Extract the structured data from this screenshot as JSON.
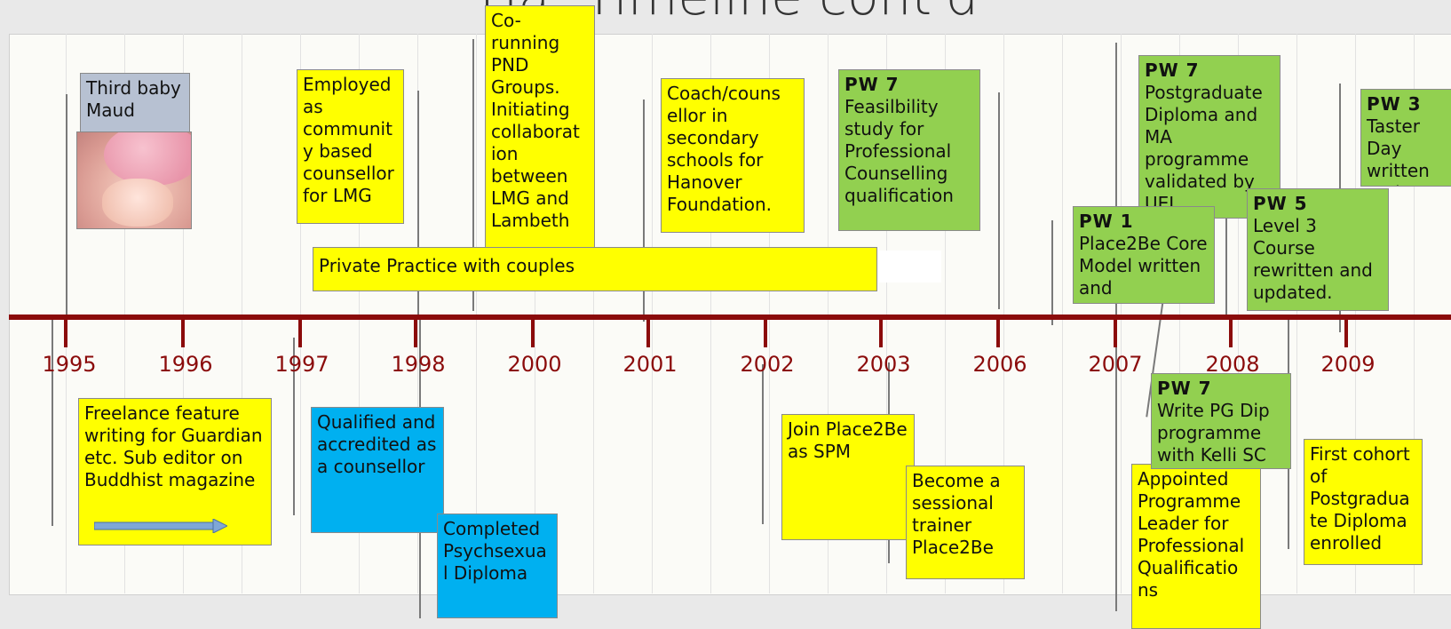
{
  "title": "Ha: Timeline cont'd",
  "years": [
    "1995",
    "1996",
    "1997",
    "1998",
    "2000",
    "2001",
    "2002",
    "2003",
    "2006",
    "2007",
    "2008",
    "2009"
  ],
  "boxes": {
    "third_baby": "Third baby Maud",
    "employed": "Employed as communit y based counsellor for LMG",
    "co_running": "Co-running PND Groups. Initiating collaborat ion between LMG and Lambeth",
    "coach": "Coach/couns ellor in secondary schools for Hanover Foundation.",
    "pw7_feas_head": "PW 7",
    "pw7_feas_body": "Feasilbility study for Professional Counselling qualification",
    "pw7_pg_head": "PW 7",
    "pw7_pg_body": "Postgraduate Diploma and MA programme validated by UEL",
    "pw3_head": "PW 3",
    "pw3_body": "Taster Day written and launched",
    "pw1_head": "PW 1",
    "pw1_body": "Place2Be Core Model written and",
    "pw5_head": "PW 5",
    "pw5_body": "Level 3 Course rewritten and updated.",
    "private_practice": "Private Practice with couples",
    "freelance": "Freelance feature writing for Guardian etc.  Sub editor on Buddhist magazine",
    "qualified": "Qualified and accredited as a counsellor",
    "psychsexual": "Completed Psychsexua l Diploma",
    "join_p2b": "Join Place2Be as SPM",
    "sessional": "Become a sessional trainer Place2Be",
    "pw7_write_head": "PW 7",
    "pw7_write_body": "Write PG Dip programme with Kelli SC",
    "appointed": "Appointed Programme Leader for Professional Qualificatio ns",
    "first_cohort": "First cohort of Postgradua te Diploma enrolled"
  },
  "colors": {
    "axis": "#8b0b0b",
    "yellow": "#ffff00",
    "green": "#92d050",
    "blue": "#00b0f0",
    "grey": "#b7c1d2"
  }
}
